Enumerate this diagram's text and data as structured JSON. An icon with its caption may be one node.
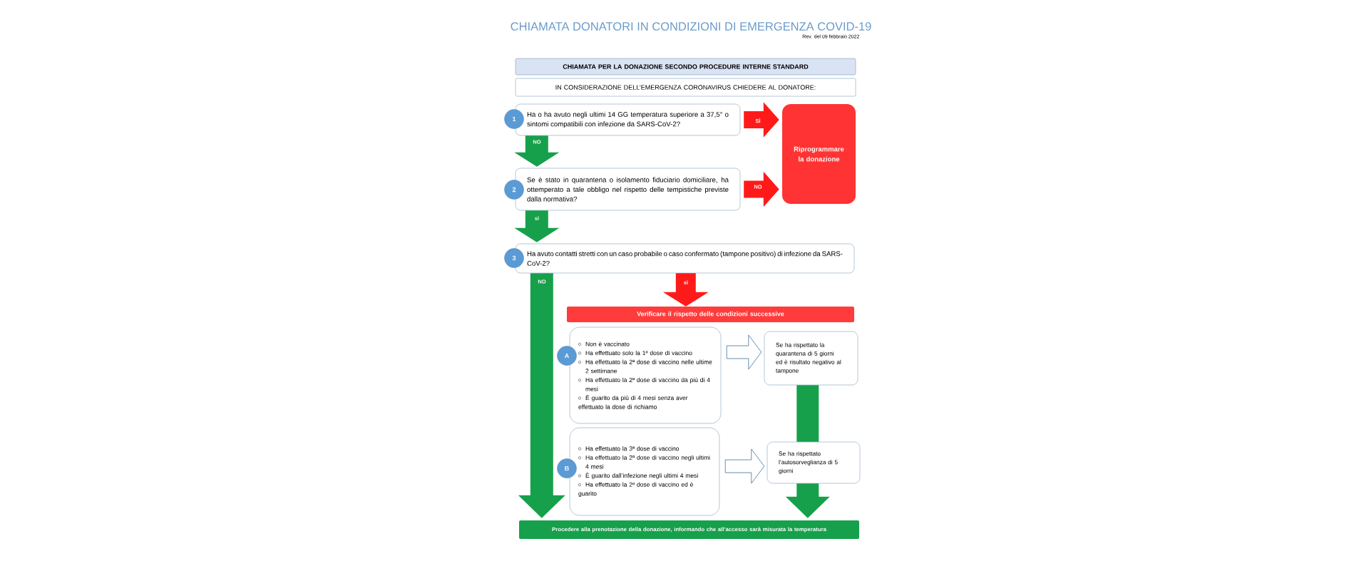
{
  "diagram": {
    "title": "CHIAMATA DONATORI IN CONDIZIONI DI EMERGENZA COVID-19",
    "nodes": [
      {
        "text": [
          "CHIAMATA PER LA DONAZIONE SECONDO PROCEDURE INTERNE STANDARD"
        ]
      },
      {
        "text": [
          "IN CONSIDERAZIONE DELL’EMERGENZA CORONAVIRUS CHIEDERE AL DONATORE:"
        ]
      },
      {
        "text": [
          "1"
        ]
      },
      {
        "text": [
          "Ha o ha avuto negli ultimi 14 GG temperatura superiore a 37,5° o sintomi compatibili con infezione da SARS-CoV-2?"
        ]
      },
      {
        "text": [
          "Riprogrammare la donazione"
        ]
      },
      {
        "text": [
          "2"
        ]
      },
      {
        "text": [
          "Se è stato in quarantena o isolamento fiduciario domiciliare, ha ottemperato a tale obbligo nel rispetto delle tempistiche previste dalla normativa?"
        ]
      },
      {
        "text": [
          "3"
        ]
      },
      {
        "text": [
          "Ha avuto contatti stretti con un caso probabile o caso confermato (tampone positivo) di infezione da SARS-CoV-2?"
        ]
      },
      {
        "text": [
          "Verificare il rispetto delle condizioni successive"
        ]
      },
      {
        "text": [
          "A"
        ]
      },
      {
        "text": [
          "Non è vaccinato",
          "Ha effettuato solo la 1ª dose di vaccino",
          "Ha effettuato la 2ª dose di vaccino nelle ultime 2 settimane",
          "Ha effettuato la 2ª dose di vaccino da più di 4 mesi",
          "È guarito da più di 4 mesi senza aver effettuato la dose di richiamo"
        ]
      },
      {
        "text": [
          "Se ha rispettato la quarantena di 5 giorni ed è risultato negativo al tampone"
        ]
      },
      {
        "text": [
          "B"
        ]
      },
      {
        "text": [
          "Ha effettuato la 3ª dose di vaccino",
          "Ha effettuato la 2ª dose di vaccino negli ultimi 4 mesi",
          "È guarito dall’infezione negli ultimi 4 mesi",
          "Ha effettuato la 2ª dose di vaccino ed è guarito"
        ]
      },
      {
        "text": [
          "Se ha rispettato l’autosorveglianza di 5 giorni"
        ]
      },
      {
        "text": [
          "Procedere alla prenotazione della donazione, informando che all’accesso sarà misurata la temperatura"
        ]
      }
    ],
    "edges": [
      {
        "from": 3,
        "to": 4,
        "arrow": "to",
        "label": "SÌ",
        "color": "#ff1a1a"
      },
      {
        "from": 3,
        "to": 6,
        "arrow": "to",
        "label": "NO"
      },
      {
        "from": 6,
        "to": 4,
        "arrow": "to",
        "label": "NO",
        "color": "#ff1a1a"
      },
      {
        "from": 6,
        "to": 8,
        "arrow": "to",
        "label": "sì"
      },
      {
        "from": 8,
        "to": 16,
        "arrow": "to",
        "label": "NO"
      },
      {
        "from": 8,
        "to": 9,
        "arrow": "to",
        "label": "sì",
        "color": "#ff1a1a"
      },
      {
        "from": 11,
        "to": 12,
        "arrow": "to",
        "color": "#41719c"
      },
      {
        "from": 14,
        "to": 15,
        "arrow": "to",
        "color": "#41719c"
      },
      {
        "from": 12,
        "to": 15,
        "arrow": "none"
      },
      {
        "from": 15,
        "to": 16,
        "arrow": "to"
      }
    ],
    "labels": [
      "Rev. del 09 febbraio 2022"
    ]
  }
}
